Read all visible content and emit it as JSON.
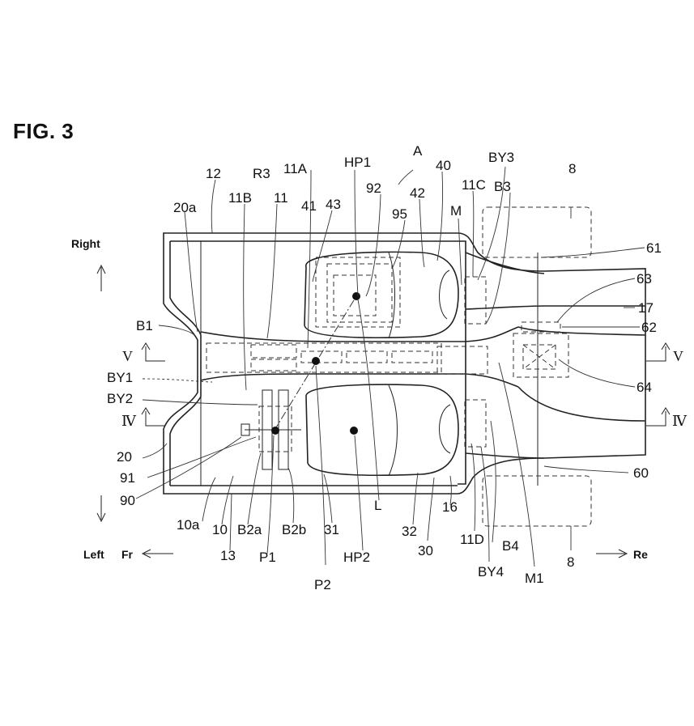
{
  "figure": {
    "title": "FIG. 3"
  },
  "directions": {
    "right": "Right",
    "left": "Left",
    "front": "Fr",
    "rear": "Re"
  },
  "sections": {
    "five": "V",
    "four": "Ⅳ"
  },
  "labels": {
    "A": "A",
    "HP1": "HP1",
    "HP2": "HP2",
    "P1": "P1",
    "P2": "P2",
    "L": "L",
    "M": "M",
    "M1": "M1",
    "R3": "R3",
    "B1": "B1",
    "B3": "B3",
    "B4": "B4",
    "B2a": "B2a",
    "B2b": "B2b",
    "BY1": "BY1",
    "BY2": "BY2",
    "BY3": "BY3",
    "BY4": "BY4",
    "n8a": "8",
    "n8b": "8",
    "n10": "10",
    "n10a": "10a",
    "n11": "11",
    "n11A": "11A",
    "n11B": "11B",
    "n11C": "11C",
    "n11D": "11D",
    "n12": "12",
    "n13": "13",
    "n16": "16",
    "n17": "17",
    "n20": "20",
    "n20a": "20a",
    "n30": "30",
    "n31": "31",
    "n32": "32",
    "n40": "40",
    "n41": "41",
    "n42": "42",
    "n43": "43",
    "n60": "60",
    "n61": "61",
    "n62": "62",
    "n63": "63",
    "n64": "64",
    "n90": "90",
    "n91": "91",
    "n92": "92",
    "n95": "95"
  }
}
